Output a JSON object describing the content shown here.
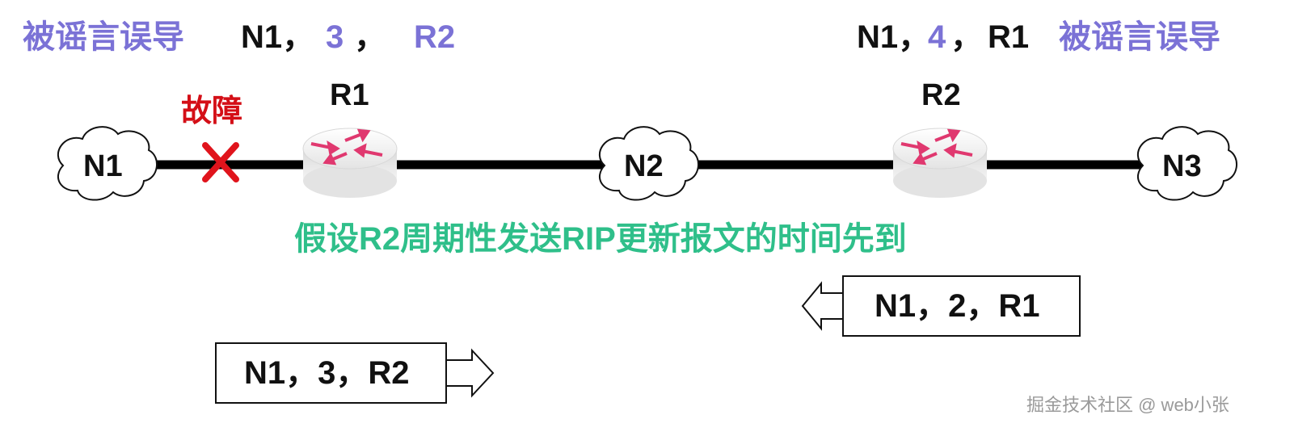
{
  "top_left": {
    "rumor_label": "被谣言误导",
    "route_net": "N1，",
    "route_metric": "3",
    "route_sep": "，",
    "route_next_hop": "R2"
  },
  "top_right": {
    "route_net": "N1，",
    "route_metric": "4",
    "route_sep": "，",
    "route_next_hop": "R1",
    "rumor_label": "被谣言误导"
  },
  "fault_label": "故障",
  "routers": [
    {
      "name": "R1"
    },
    {
      "name": "R2"
    }
  ],
  "networks": [
    {
      "name": "N1"
    },
    {
      "name": "N2"
    },
    {
      "name": "N3"
    }
  ],
  "caption": "假设R2周期性发送RIP更新报文的时间先到",
  "messages": [
    {
      "text": "N1，2，R1",
      "direction": "left"
    },
    {
      "text": "N1，3，R2",
      "direction": "right"
    }
  ],
  "watermark": "掘金技术社区 @ web小张",
  "colors": {
    "purple": "#7b72d6",
    "red": "#d40f17",
    "green": "#2fbf8a",
    "router_arrows": "#e0386f"
  }
}
